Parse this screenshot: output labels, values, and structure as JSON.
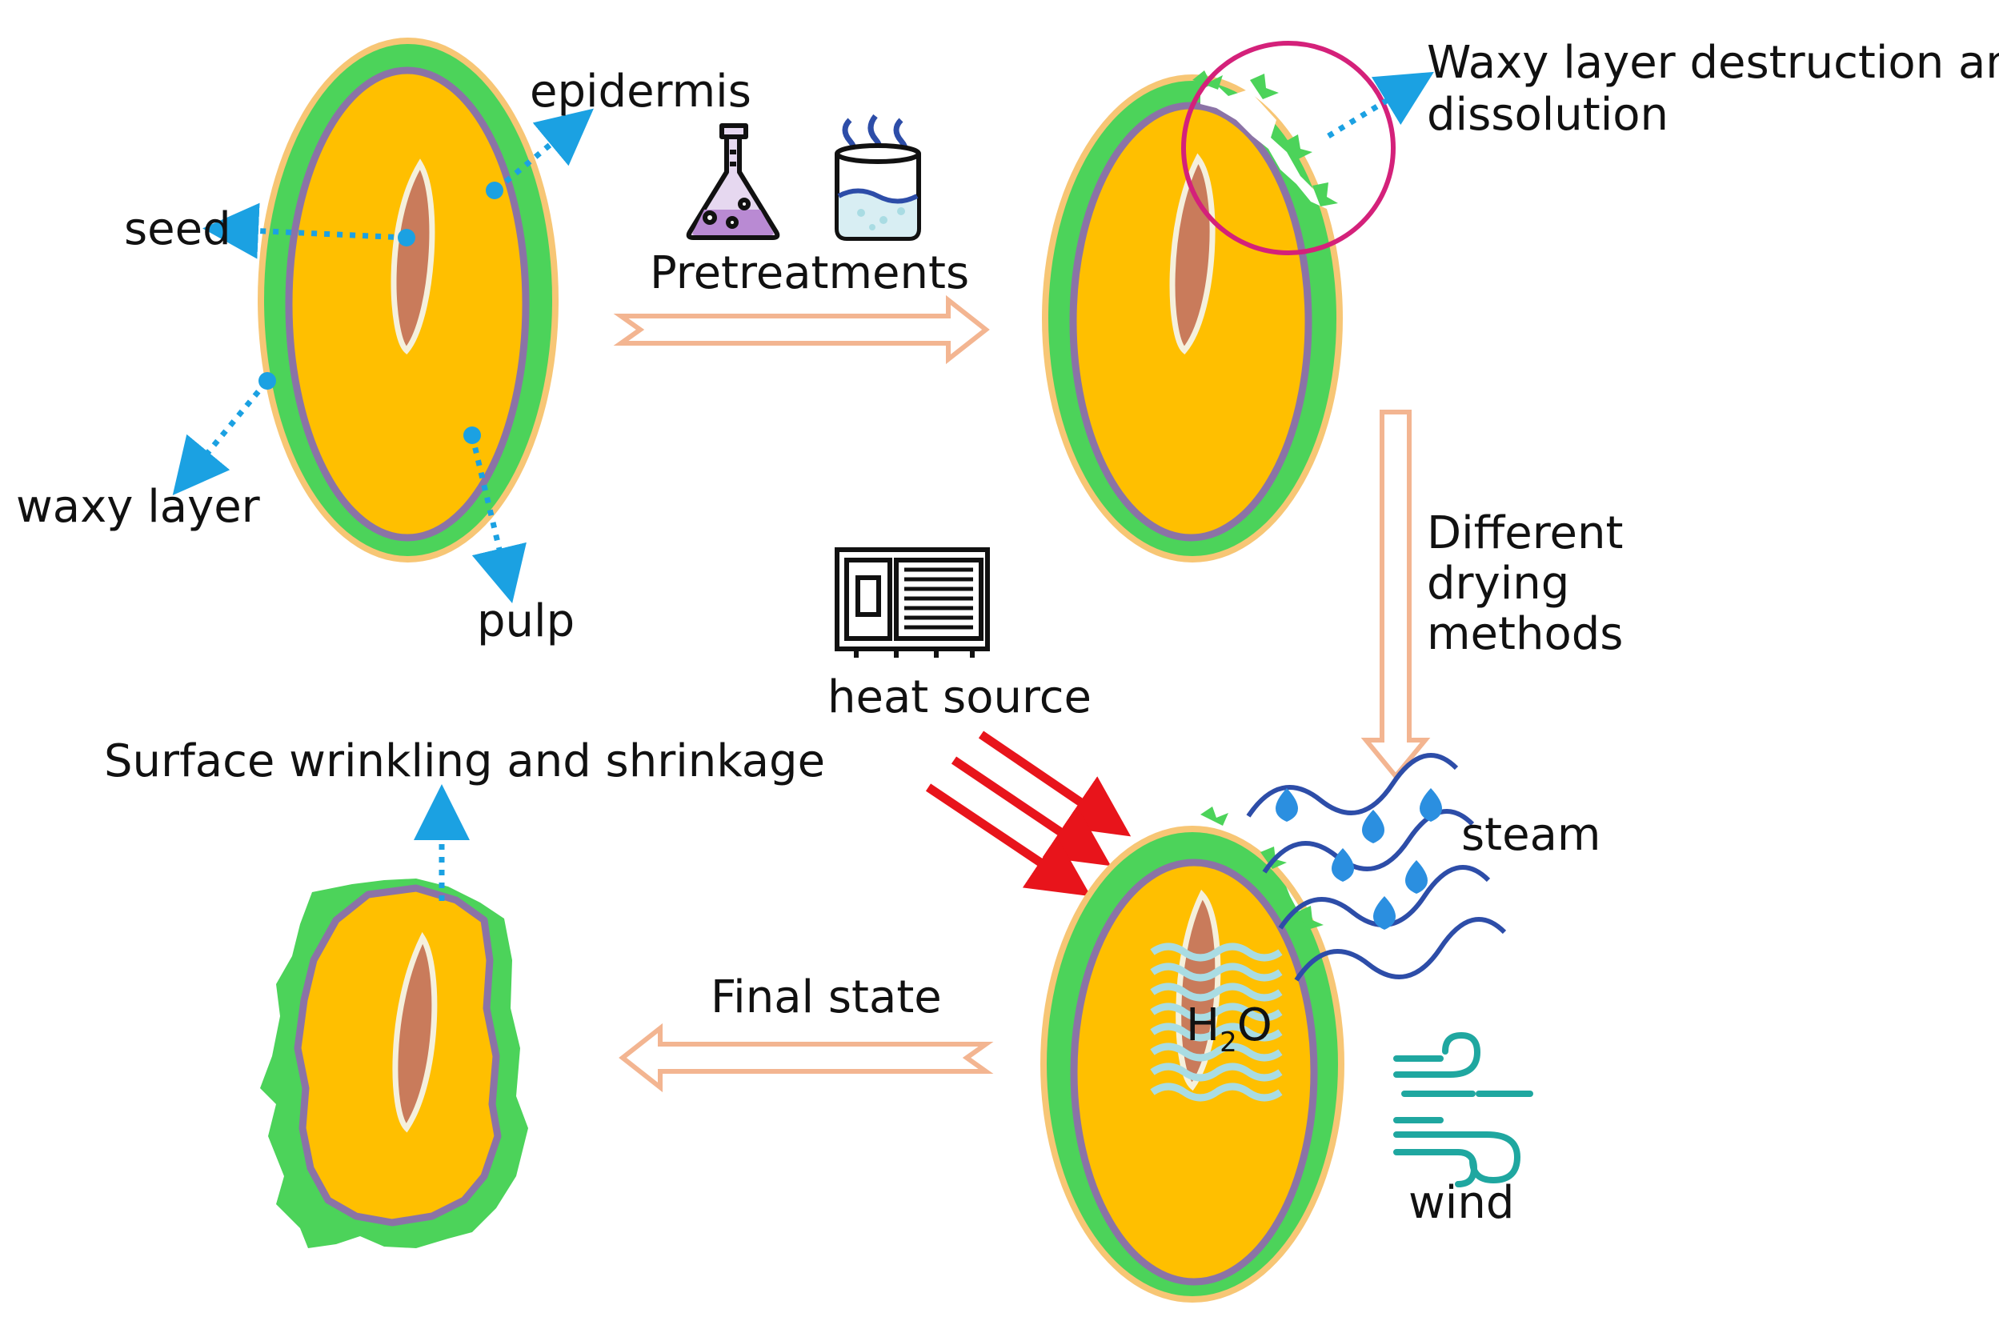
{
  "labels": {
    "epidermis": "epidermis",
    "seed": "seed",
    "waxy_layer": "waxy layer",
    "pulp": "pulp",
    "pretreatments": "Pretreatments",
    "waxy_destruction_line1": "Waxy layer destruction and",
    "waxy_destruction_line2": "dissolution",
    "drying_line1": "Different",
    "drying_line2": "drying",
    "drying_line3": "methods",
    "heat_source": "heat source",
    "steam": "steam",
    "wind": "wind",
    "water_H": "H",
    "water_sub": "2",
    "water_O": "O",
    "final_state": "Final state",
    "surface_wrinkling": "Surface wrinkling and shrinkage"
  },
  "colors": {
    "pulp": "#FFBF00",
    "waxy_layer": "#4CD35A",
    "epidermis_ring": "#8B73A6",
    "outer_rim": "#F7C675",
    "seed": "#C97B5B",
    "seed_outline": "#F5F0DC",
    "pointer": "#1BA1E2",
    "process_arrow": "#F3B591",
    "heat_arrow": "#E8141B",
    "highlight_circle": "#D4217A",
    "steam_wave": "#2D4DA8",
    "steam_drop": "#2B8FE0",
    "water_wave": "#A9DCE3",
    "wind": "#1FA7A0",
    "icon_outline": "#111111"
  },
  "icons": [
    "flask-icon",
    "beaker-steam-icon",
    "oven-icon",
    "steam-drops-icon",
    "wind-icon"
  ]
}
